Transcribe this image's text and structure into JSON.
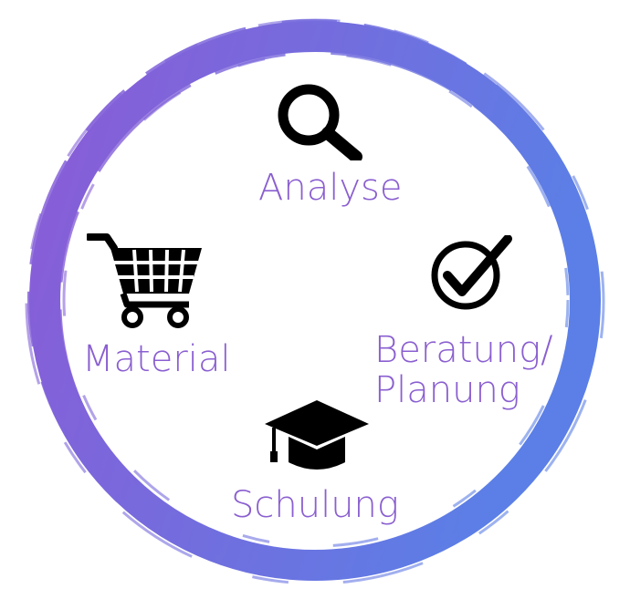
{
  "colors": {
    "ring_gradient_start": "#8b5bd6",
    "ring_gradient_end": "#5b7fe6",
    "label_color": "#8a5fd0",
    "icon_color": "#000000"
  },
  "nodes": [
    {
      "label": "Analyse",
      "icon": "search-icon"
    },
    {
      "label_line1": "Beratung/",
      "label_line2": "Planung",
      "icon": "check-circle-icon"
    },
    {
      "label": "Material",
      "icon": "shopping-cart-icon"
    },
    {
      "label": "Schulung",
      "icon": "graduation-cap-icon"
    }
  ]
}
